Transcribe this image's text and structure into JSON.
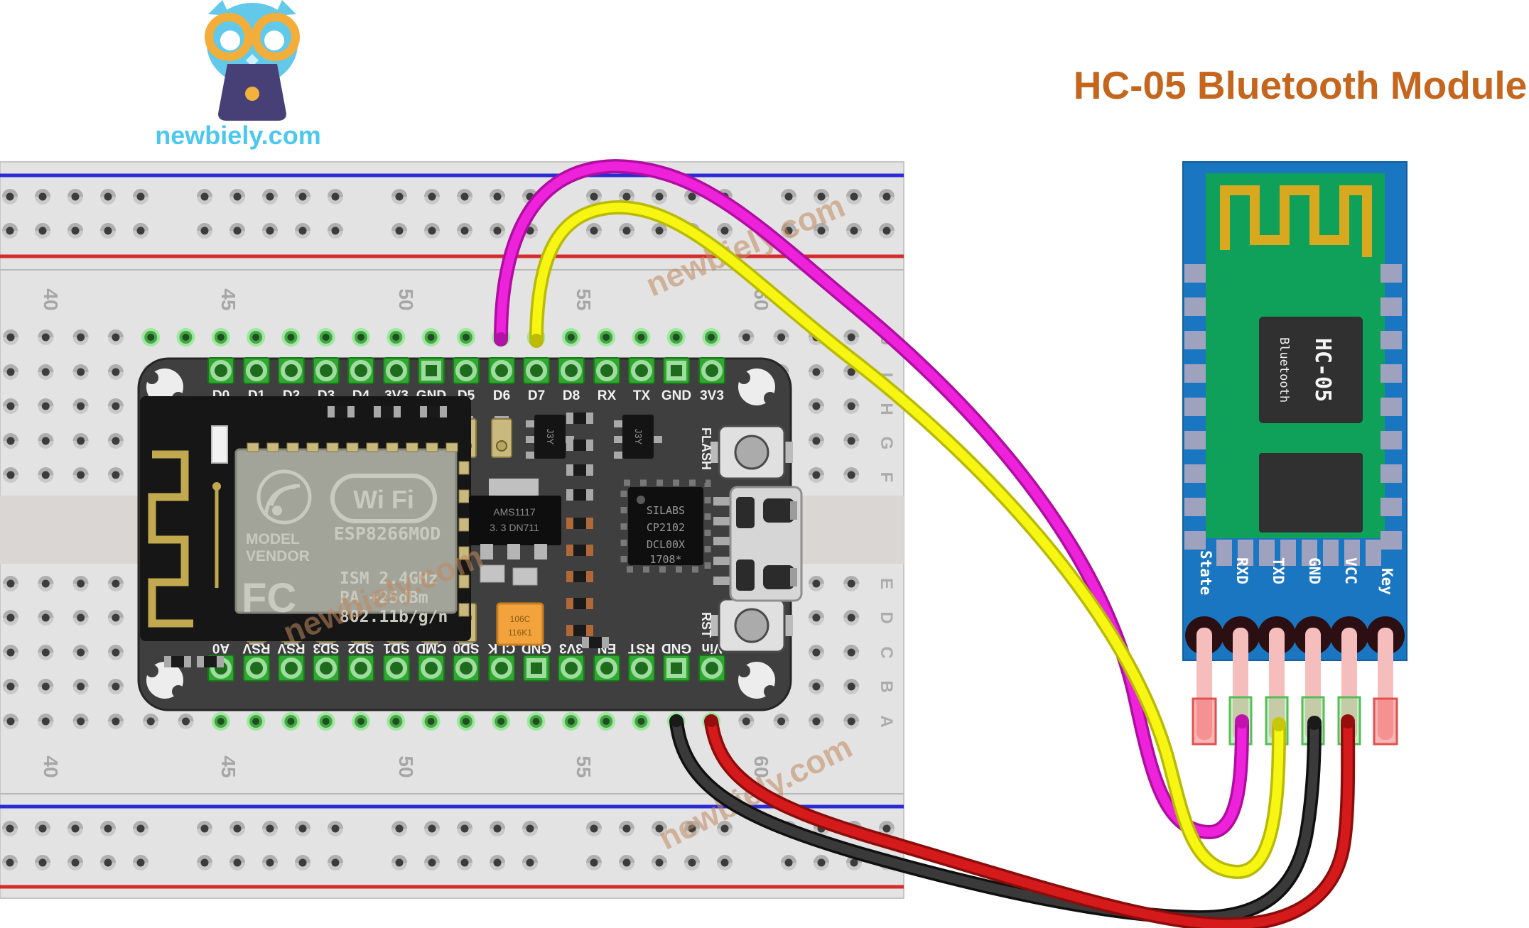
{
  "logo": {
    "brand": "newbiely.com"
  },
  "header": {
    "title": "HC-05 Bluetooth Module"
  },
  "watermark": {
    "text": "newbiely.com"
  },
  "breadboard": {
    "column_labels": [
      "40",
      "45",
      "50",
      "55",
      "60"
    ],
    "upper_row_letters": [
      "J",
      "I",
      "H",
      "G",
      "F"
    ],
    "lower_row_letters": [
      "E",
      "D",
      "C",
      "B",
      "A"
    ]
  },
  "nodemcu": {
    "top_pins": [
      "D0",
      "D1",
      "D2",
      "D3",
      "D4",
      "3V3",
      "GND",
      "D5",
      "D6",
      "D7",
      "D8",
      "RX",
      "TX",
      "GND",
      "3V3"
    ],
    "bottom_pins": [
      "A0",
      "RSV",
      "RSV",
      "SD3",
      "SD2",
      "SD1",
      "CMD",
      "SD0",
      "CLK",
      "GND",
      "3V3",
      "EN",
      "RST",
      "GND",
      "Vin"
    ],
    "shield": {
      "wifi_logo": "Wi Fi",
      "model_label": "MODEL",
      "vendor_label": "VENDOR",
      "module_name": "ESP8266MOD",
      "fcc": "FC",
      "line1": "ISM 2.4GHz",
      "line2": "PA  +25dBm",
      "line3": "802.11b/g/n"
    },
    "usb_chip": {
      "line1": "SILABS",
      "line2": "CP2102",
      "line3": "DCL00X",
      "line4": "1708*"
    },
    "regulator": {
      "line1": "AMS1117",
      "line2": "3. 3  DN711"
    },
    "capacitor": {
      "line1": "106C",
      "line2": "116K1"
    },
    "transistor_label": "J3Y",
    "flash_button": "FLASH",
    "reset_button": "RST"
  },
  "hc05": {
    "chip_name": "HC-05",
    "chip_subtitle": "Bluetooth",
    "pin_labels": [
      "State",
      "RXD",
      "TXD",
      "GND",
      "VCC",
      "Key"
    ]
  },
  "wires": [
    {
      "name": "rx-wire",
      "color": "#EE22DA",
      "from": "NodeMCU D6",
      "to": "HC-05 RXD"
    },
    {
      "name": "tx-wire",
      "color": "#F6F612",
      "from": "NodeMCU D7",
      "to": "HC-05 TXD"
    },
    {
      "name": "gnd-wire",
      "color": "#3A3A3A",
      "from": "NodeMCU GND",
      "to": "HC-05 GND"
    },
    {
      "name": "vcc-wire",
      "color": "#D41A1A",
      "from": "NodeMCU Vin",
      "to": "HC-05 VCC"
    }
  ],
  "colors": {
    "title": "#C4661E",
    "brand": "#4CC8EE",
    "hc05_pcb": "#1B76C2",
    "hc05_board": "#0FA05A",
    "breadboard": "#E3E3E3"
  }
}
